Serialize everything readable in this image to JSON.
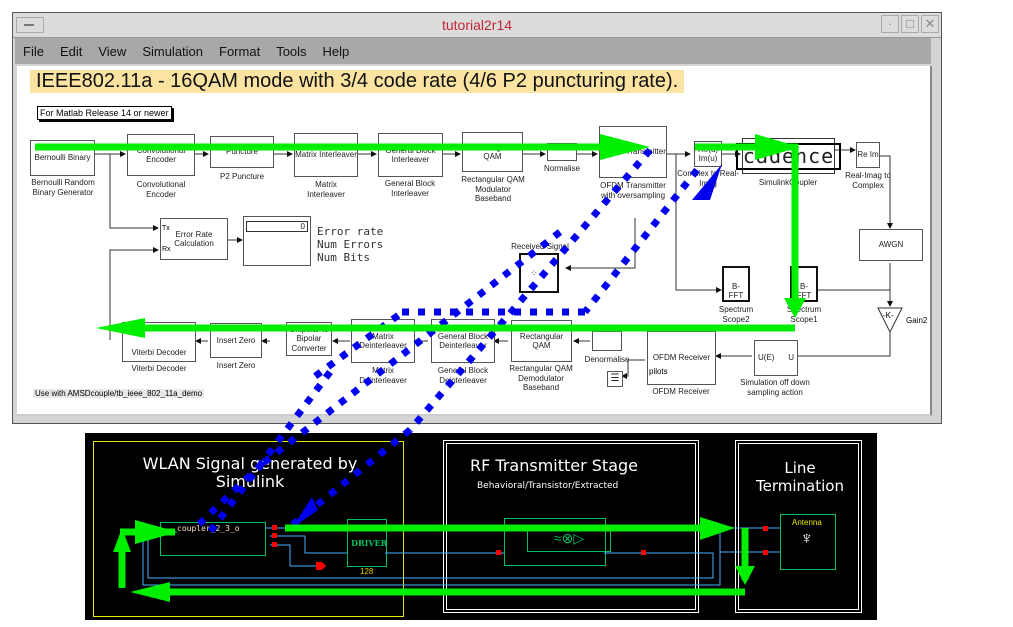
{
  "window": {
    "title": "tutorial2r14",
    "buttons": [
      "minimize",
      "maximize",
      "close"
    ]
  },
  "menu": [
    "File",
    "Edit",
    "View",
    "Simulation",
    "Format",
    "Tools",
    "Help"
  ],
  "model": {
    "heading": "IEEE802.11a  - 16QAM mode with 3/4 code rate (4/6 P2 puncturing rate).",
    "note": "For Matlab Release 14 or newer",
    "footer": "Use with AMSDcouple/tb_ieee_802_11a_demo",
    "blocks": {
      "bernoulli": {
        "inner": "Bernoulli Binary",
        "label": "Bernoulli Random Binary Generator"
      },
      "conv": {
        "inner": "Convolutional Encoder",
        "label": "Convolutional Encoder"
      },
      "puncture": {
        "inner": "Puncture",
        "label": "P2 Puncture"
      },
      "matrix_int": {
        "inner": "Matrix Interleaver",
        "label": "Matrix Interleaver"
      },
      "gen_int": {
        "inner": "General Block Interleaver",
        "label": "General Block Interleaver"
      },
      "qam_mod": {
        "inner": "Rectangular QAM",
        "label": "Rectangular QAM Modulator Baseband"
      },
      "normalise": {
        "inner": "",
        "label": "Normalise"
      },
      "ofdm_tx": {
        "inner": "OFDM Transmitter",
        "label": "OFDM Transmitter with oversampling"
      },
      "c2ri": {
        "inner": "Re(u) Im(u)",
        "label": "Complex to Real-Imag"
      },
      "coupler": {
        "inner": "cadence",
        "label": "SimulinkCoupler"
      },
      "ri2c": {
        "inner": "Re Im",
        "label": "Real-Imag to Complex"
      },
      "awgn": {
        "inner": "AWGN",
        "label": ""
      },
      "gain": {
        "inner": "-K-",
        "label": "Gain2"
      },
      "err_calc": {
        "inner": "Error Rate Calculation",
        "tx": "Tx",
        "rx": "Rx"
      },
      "display": {
        "value": "0",
        "rows": [
          "Error rate",
          "Num Errors",
          "Num Bits"
        ]
      },
      "received": {
        "label": "Received Signal"
      },
      "scope2": {
        "inner": "B- FFT",
        "label": "Spectrum Scope2"
      },
      "scope1": {
        "inner": "B- FFT",
        "label": "Spectrum Scope1"
      },
      "viterbi": {
        "inner": "Viterbi Decoder",
        "label": "Viterbi Decoder"
      },
      "insert_zero": {
        "inner": "Insert Zero",
        "label": "Insert Zero"
      },
      "unipolar": {
        "inner": "Unipolar to Bipolar Converter",
        "label": ""
      },
      "matrix_deint": {
        "inner": "Matrix Deinterleaver",
        "label": "Matrix Deinterleaver"
      },
      "gen_deint": {
        "inner": "General Block Deinterleaver",
        "label": "General Block Deinterleaver"
      },
      "qam_demod": {
        "inner": "Rectangular QAM",
        "label": "Rectangular QAM Demodulator Baseband"
      },
      "denormalise": {
        "inner": "",
        "label": "Denormalise"
      },
      "ofdm_rx": {
        "inner": "OFDM Receiver",
        "pilots": "pilots",
        "label": "OFDM Receiver"
      },
      "downsample": {
        "in": "U(E)",
        "out": "U",
        "label": "Simulation off down sampling action"
      }
    }
  },
  "schematic": {
    "wlan": {
      "title": "WLAN Signal generated by Simulink",
      "instance": "coupler_2_3_o"
    },
    "driver": {
      "name": "DRIVER",
      "value": "128"
    },
    "rf": {
      "title": "RF Transmitter Stage",
      "subtitle": "Behavioral/Transistor/Extracted"
    },
    "line": {
      "title": "Line Termination",
      "antenna": "Antenna"
    }
  },
  "colors": {
    "flow_arrow": "#00ee00",
    "link_dotted": "#0000ee",
    "title_red": "#c0283a",
    "heading_bg": "#fbe3a2",
    "wire": "#4ab0ff",
    "pin": "#ff0000",
    "sch_green": "#00c060"
  }
}
